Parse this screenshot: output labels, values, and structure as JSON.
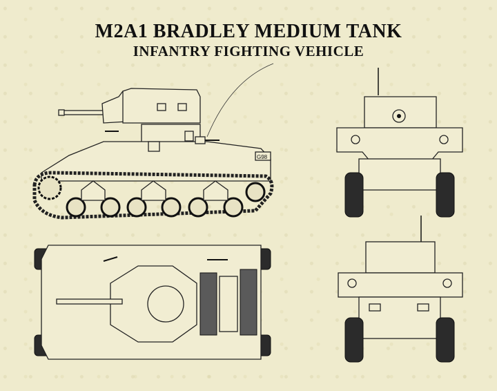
{
  "title": "M2A1 BRADLEY MEDIUM TANK",
  "subtitle": "INFANTRY FIGHTING VEHICLE",
  "side_view_marking": "G98",
  "colors": {
    "paper": "#efebcd",
    "line": "#222222",
    "track": "#2b2b2b"
  }
}
